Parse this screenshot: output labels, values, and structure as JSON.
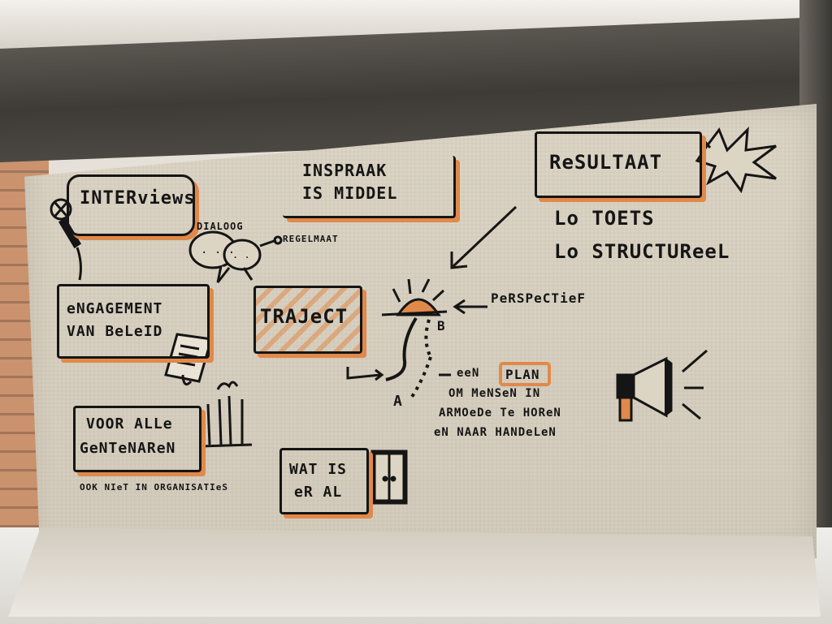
{
  "texts": {
    "interviews": "INTERviews",
    "dialoog": "DIALOOG",
    "regelmaat": "REGELMAAT",
    "inspraak_1": "INSPRAAK",
    "inspraak_2": "IS MIDDEL",
    "resultaat": "ReSULTAAT",
    "toets": "Lo TOETS",
    "structureel": "Lo STRUCTUReeL",
    "engagement_1": "eNGAGEMENT",
    "engagement_2": "VAN BeLeID",
    "traject": "TRAJeCT",
    "perspectief": "PeRSPeCTieF",
    "point_b": "B",
    "point_a": "A",
    "plan_prefix": "eeN",
    "plan_word": "PLAN",
    "plan_line2": "OM MeNSeN IN",
    "plan_line3": "ARMOeDe Te HOReN",
    "plan_line4": "eN NAAR HANDeLeN",
    "gentenaren_1": "VOOR ALLe",
    "gentenaren_2": "GeNTeNAReN",
    "organisaties": "OOK NIeT IN ORGANISATIeS",
    "wat_1": "WAT IS",
    "wat_2": "eR AL"
  },
  "colors": {
    "marker": "#151515",
    "highlight": "#e0894a",
    "paper": "#d8d1c1"
  },
  "icons": [
    "microphone-icon",
    "speech-bubbles-icon",
    "document-icon",
    "sunrise-icon",
    "megaphone-icon",
    "starburst-icon",
    "bookcase-icon",
    "plant-pots-icon",
    "arrow-icon"
  ]
}
